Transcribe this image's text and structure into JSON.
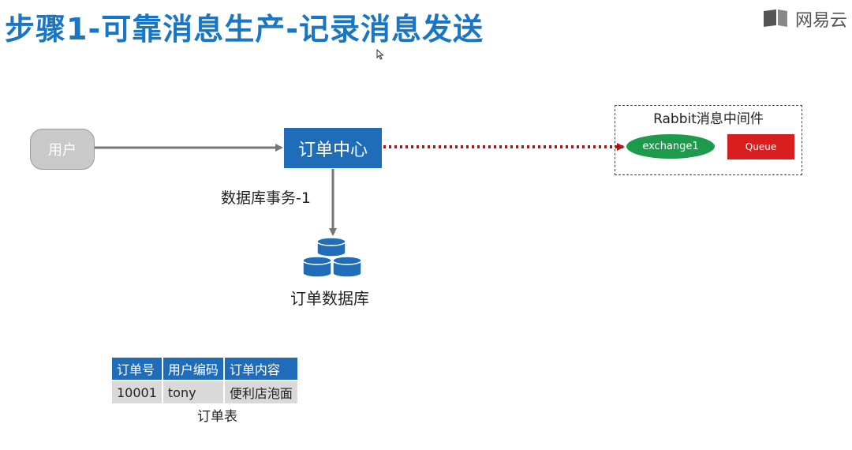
{
  "header": {
    "title": "步骤1-可靠消息生产-记录消息发送",
    "brand": "网易云"
  },
  "diagram": {
    "user_label": "用户",
    "order_center_label": "订单中心",
    "transaction_label": "数据库事务-1",
    "database_label": "订单数据库",
    "mq": {
      "title": "Rabbit消息中间件",
      "exchange_label": "exchange1",
      "queue_label": "Queue"
    }
  },
  "colors": {
    "title_blue": "#1976c4",
    "node_blue": "#1f6cb8",
    "exchange_green": "#1d9a4c",
    "queue_red": "#d81e1e",
    "dotted_arrow_red": "#b01515",
    "arrow_gray": "#777777"
  },
  "order_table": {
    "headers": [
      "订单号",
      "用户编码",
      "订单内容"
    ],
    "rows": [
      [
        "10001",
        "tony",
        "便利店泡面"
      ]
    ],
    "caption": "订单表"
  },
  "icons": [
    "brand-logo-icon",
    "database-icon",
    "mouse-cursor-icon"
  ]
}
